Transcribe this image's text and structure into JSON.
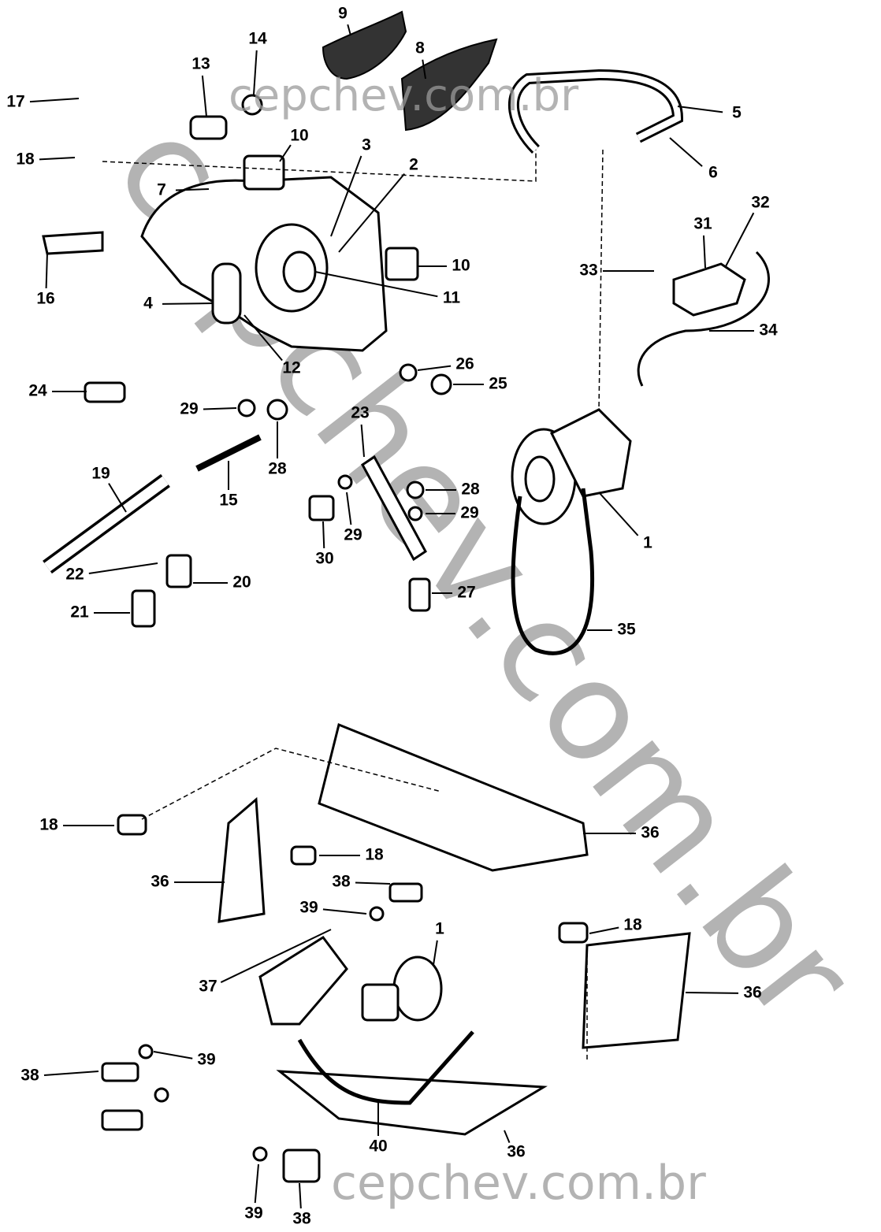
{
  "diagram": {
    "watermark_top": "cepchev.com.br",
    "watermark_bottom": "cepchev.com.br",
    "watermark_diagonal": "cepchev.com.br",
    "callouts": [
      "9",
      "8",
      "14",
      "13",
      "17",
      "5",
      "6",
      "10",
      "3",
      "2",
      "18",
      "7",
      "10",
      "32",
      "31",
      "33",
      "11",
      "16",
      "4",
      "34",
      "12",
      "26",
      "25",
      "24",
      "29",
      "23",
      "28",
      "19",
      "15",
      "28",
      "29",
      "29",
      "1",
      "30",
      "22",
      "20",
      "27",
      "21",
      "35",
      "36",
      "18",
      "18",
      "36",
      "38",
      "39",
      "18",
      "1",
      "36",
      "37",
      "38",
      "39",
      "40",
      "36",
      "39",
      "38"
    ]
  }
}
